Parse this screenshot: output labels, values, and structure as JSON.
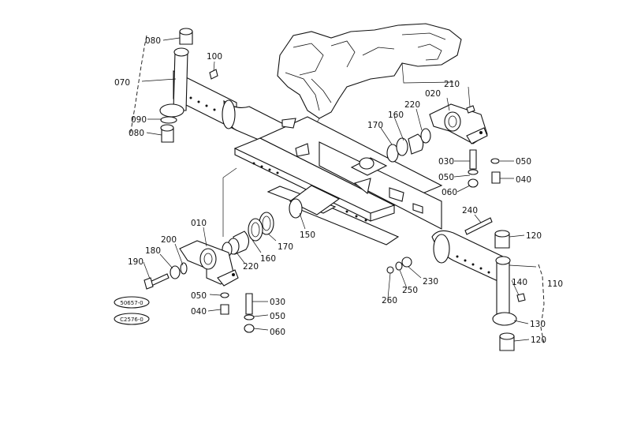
{
  "callouts": {
    "c010": "010",
    "c020": "020",
    "c030a": "030",
    "c030b": "030",
    "c040a": "040",
    "c040b": "040",
    "c050a": "050",
    "c050b": "050",
    "c050c": "050",
    "c050d": "050",
    "c060a": "060",
    "c060b": "060",
    "c070": "070",
    "c080a": "080",
    "c080b": "080",
    "c090": "090",
    "c100": "100",
    "c110": "110",
    "c120a": "120",
    "c120b": "120",
    "c130": "130",
    "c140": "140",
    "c150": "150",
    "c160a": "160",
    "c160b": "160",
    "c170a": "170",
    "c170b": "170",
    "c180": "180",
    "c190": "190",
    "c200": "200",
    "c210": "210",
    "c220a": "220",
    "c220b": "220",
    "c230": "230",
    "c240": "240",
    "c250": "250",
    "c260": "260"
  },
  "stamps": {
    "s1": "50657-0",
    "s2": "C2576-0"
  }
}
